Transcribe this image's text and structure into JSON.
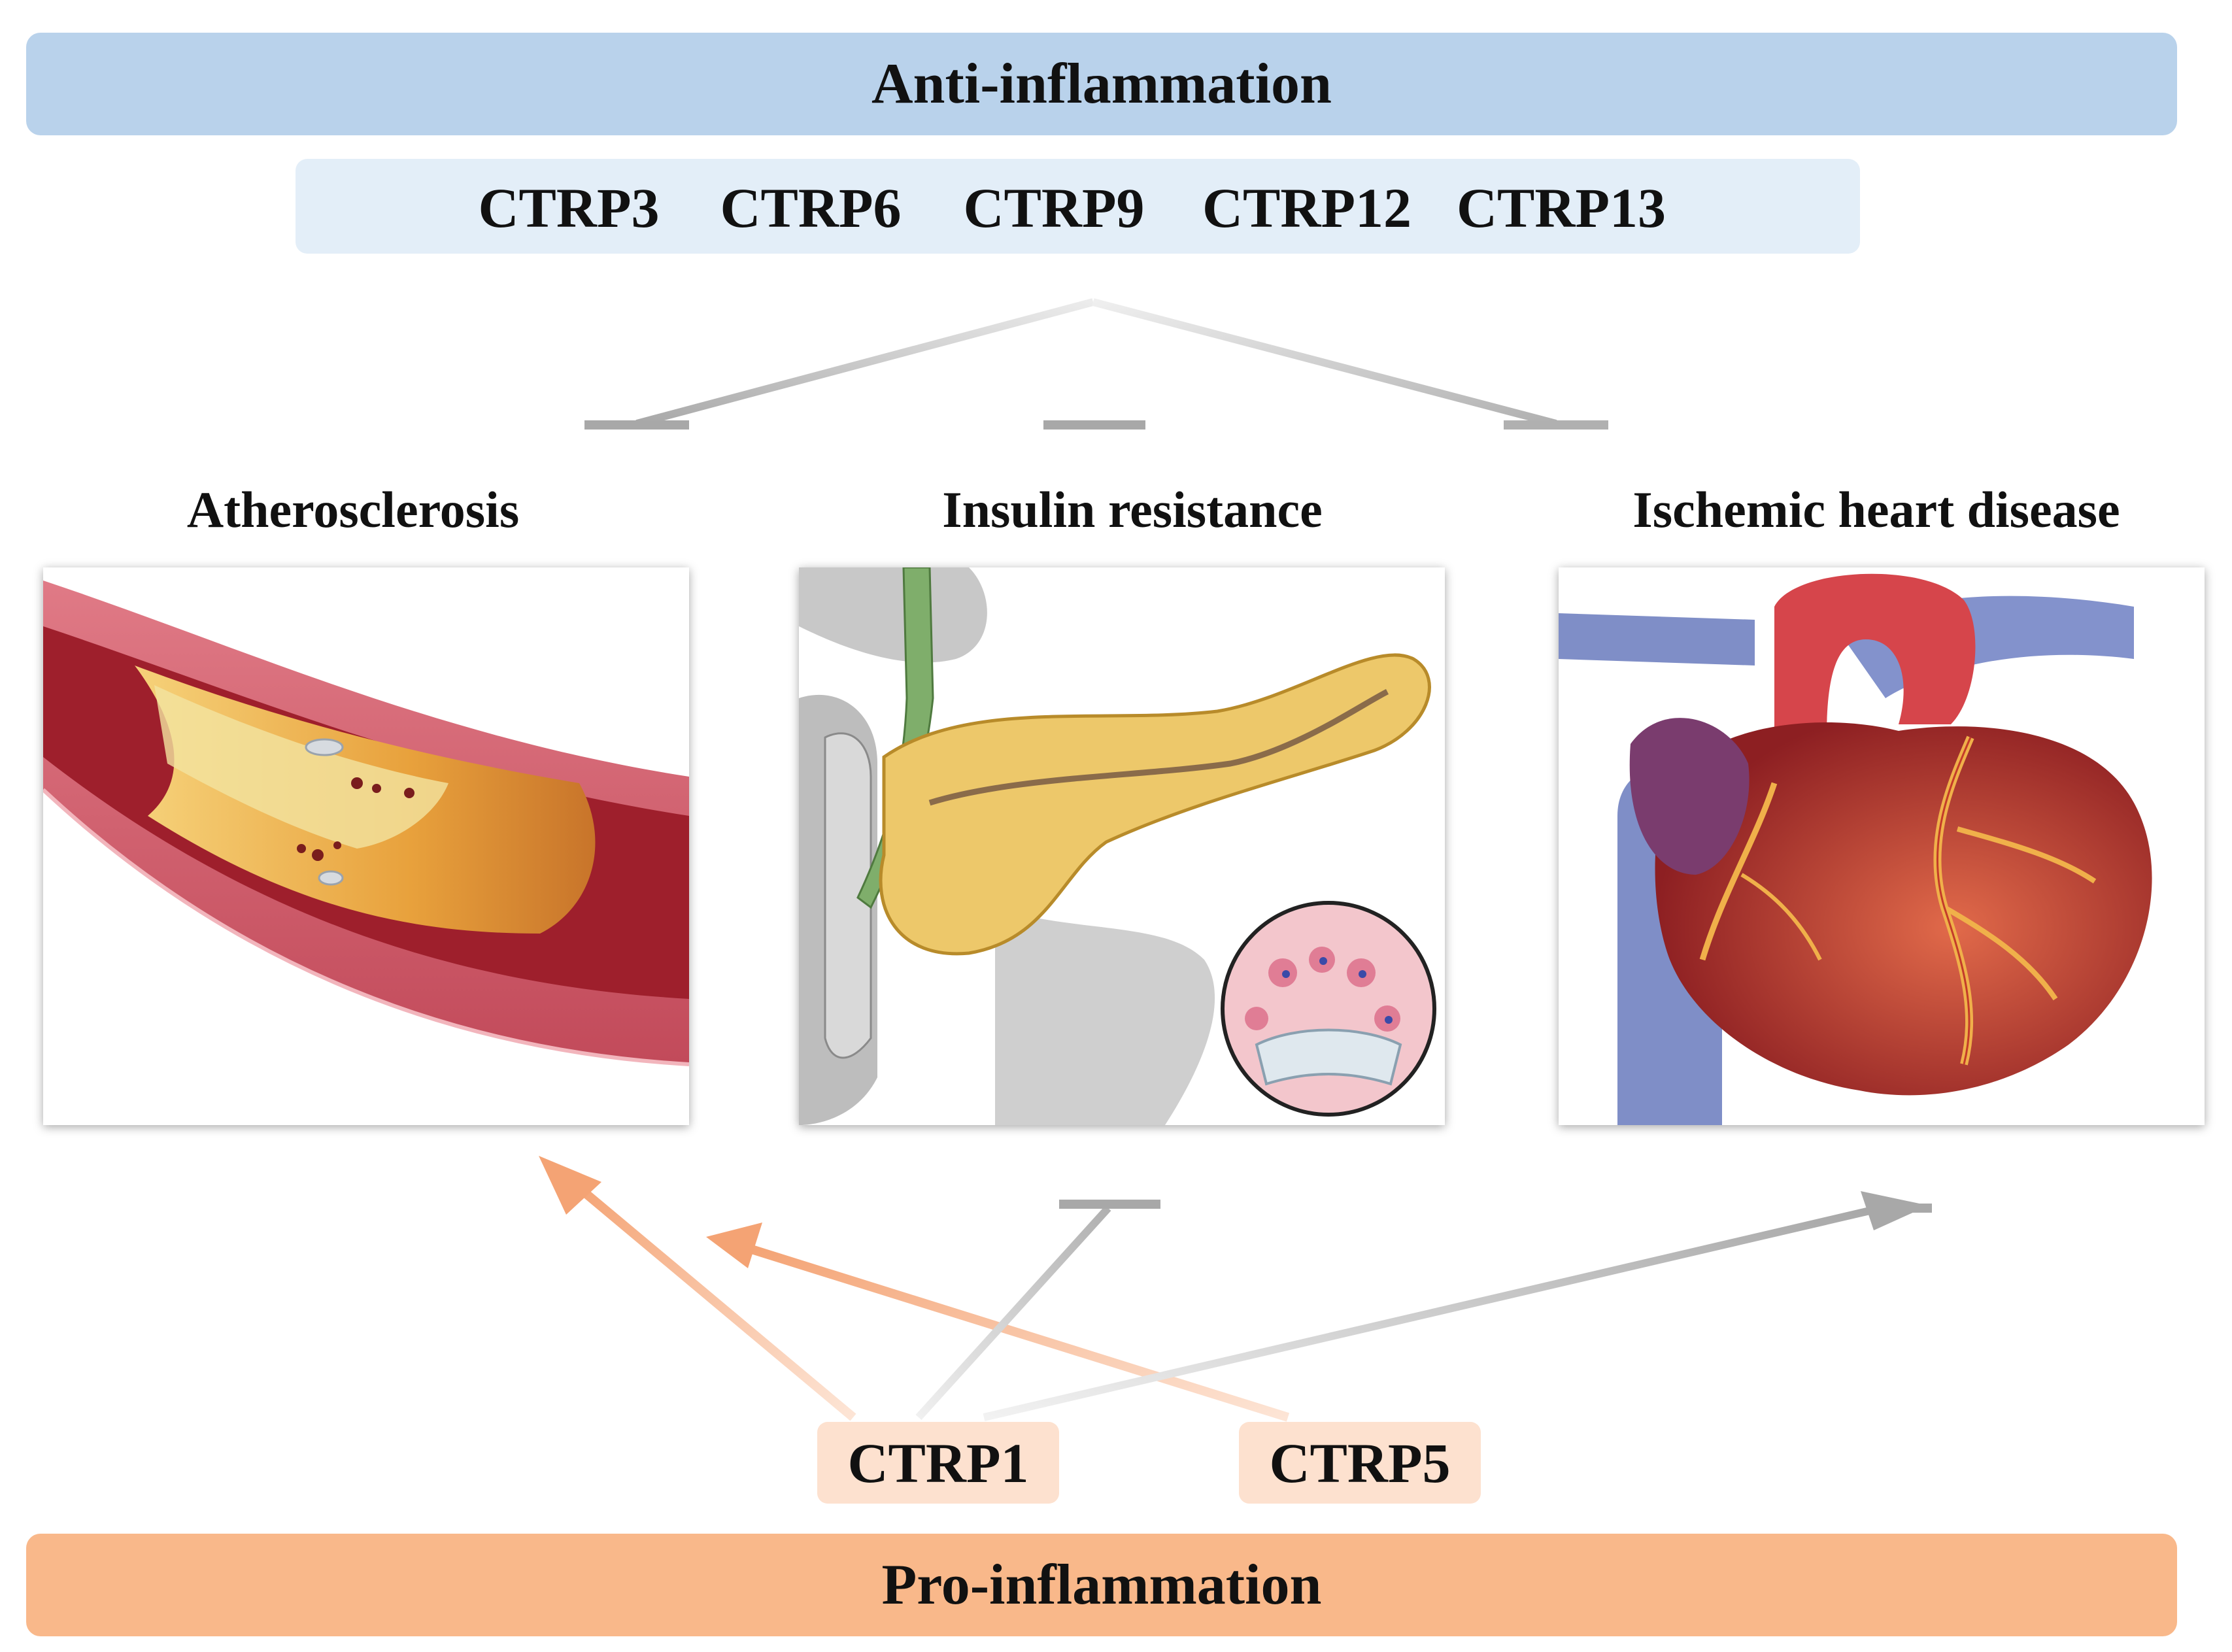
{
  "header": {
    "label": "Anti-inflammation",
    "color": "#b9d2eb"
  },
  "anti_ctrps": [
    "CTRP3",
    "CTRP6",
    "CTRP9",
    "CTRP12",
    "CTRP13"
  ],
  "conditions": [
    "Atherosclerosis",
    "Insulin resistance",
    "Ischemic heart disease"
  ],
  "pro_ctrps": [
    "CTRP1",
    "CTRP5"
  ],
  "footer": {
    "label": "Pro-inflammation",
    "color": "#f9b88a"
  },
  "relations": [
    {
      "from": "anti-inflammatory CTRPs",
      "to": "Atherosclerosis",
      "type": "inhibit"
    },
    {
      "from": "anti-inflammatory CTRPs",
      "to": "Insulin resistance",
      "type": "inhibit"
    },
    {
      "from": "anti-inflammatory CTRPs",
      "to": "Ischemic heart disease",
      "type": "inhibit"
    },
    {
      "from": "CTRP1",
      "to": "Atherosclerosis",
      "type": "promote"
    },
    {
      "from": "CTRP1",
      "to": "Insulin resistance",
      "type": "inhibit"
    },
    {
      "from": "CTRP1",
      "to": "Ischemic heart disease",
      "type": "promote"
    },
    {
      "from": "CTRP5",
      "to": "Atherosclerosis",
      "type": "promote"
    }
  ],
  "images": [
    "artery-plaque-illustration",
    "pancreas-islet-illustration",
    "heart-coronary-illustration"
  ]
}
